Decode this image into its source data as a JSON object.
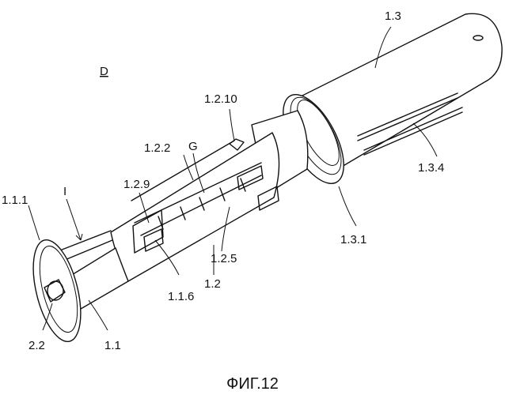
{
  "figure": {
    "view_label": "D",
    "caption": "ФИГ.12",
    "labels": {
      "l_1_3": "1.3",
      "l_1_2_10": "1.2.10",
      "l_1_2_2": "1.2.2",
      "l_G": "G",
      "l_1_2_9": "1.2.9",
      "l_1_1_1": "1.1.1",
      "l_I": "I",
      "l_1_3_4": "1.3.4",
      "l_1_3_1": "1.3.1",
      "l_1_2_5": "1.2.5",
      "l_1_1_6": "1.1.6",
      "l_1_2": "1.2",
      "l_2_2": "2.2",
      "l_1_1": "1.1"
    }
  }
}
